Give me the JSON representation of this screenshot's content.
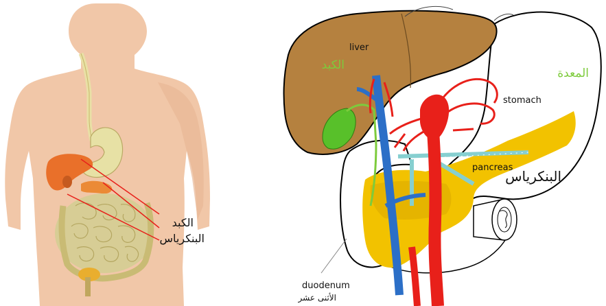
{
  "left_figure": {
    "labels": {
      "liver_ar": "الكبد",
      "pancreas_ar": "البنكرياس"
    }
  },
  "right_figure": {
    "labels": {
      "liver_en": "liver",
      "liver_ar": "الكبد",
      "stomach_en": "stomach",
      "stomach_ar": "المعدة",
      "pancreas_en": "pancreas",
      "pancreas_ar": "البنكرياس",
      "duodenum_en": "duodenum",
      "duodenum_ar": "الأثنى عشر"
    }
  },
  "colors": {
    "skin": "#f1c7a8",
    "liver": "#b5813f",
    "stomach_outline": "#000000",
    "pancreas": "#f2c200",
    "pancreas_duct": "#86cfd0",
    "vein": "#2c6fc7",
    "artery": "#e8201a",
    "gallbladder": "#58c02a",
    "pointer_line": "#e8201a",
    "arabic_green": "#7dcb3c",
    "arabic_black": "#111111"
  }
}
